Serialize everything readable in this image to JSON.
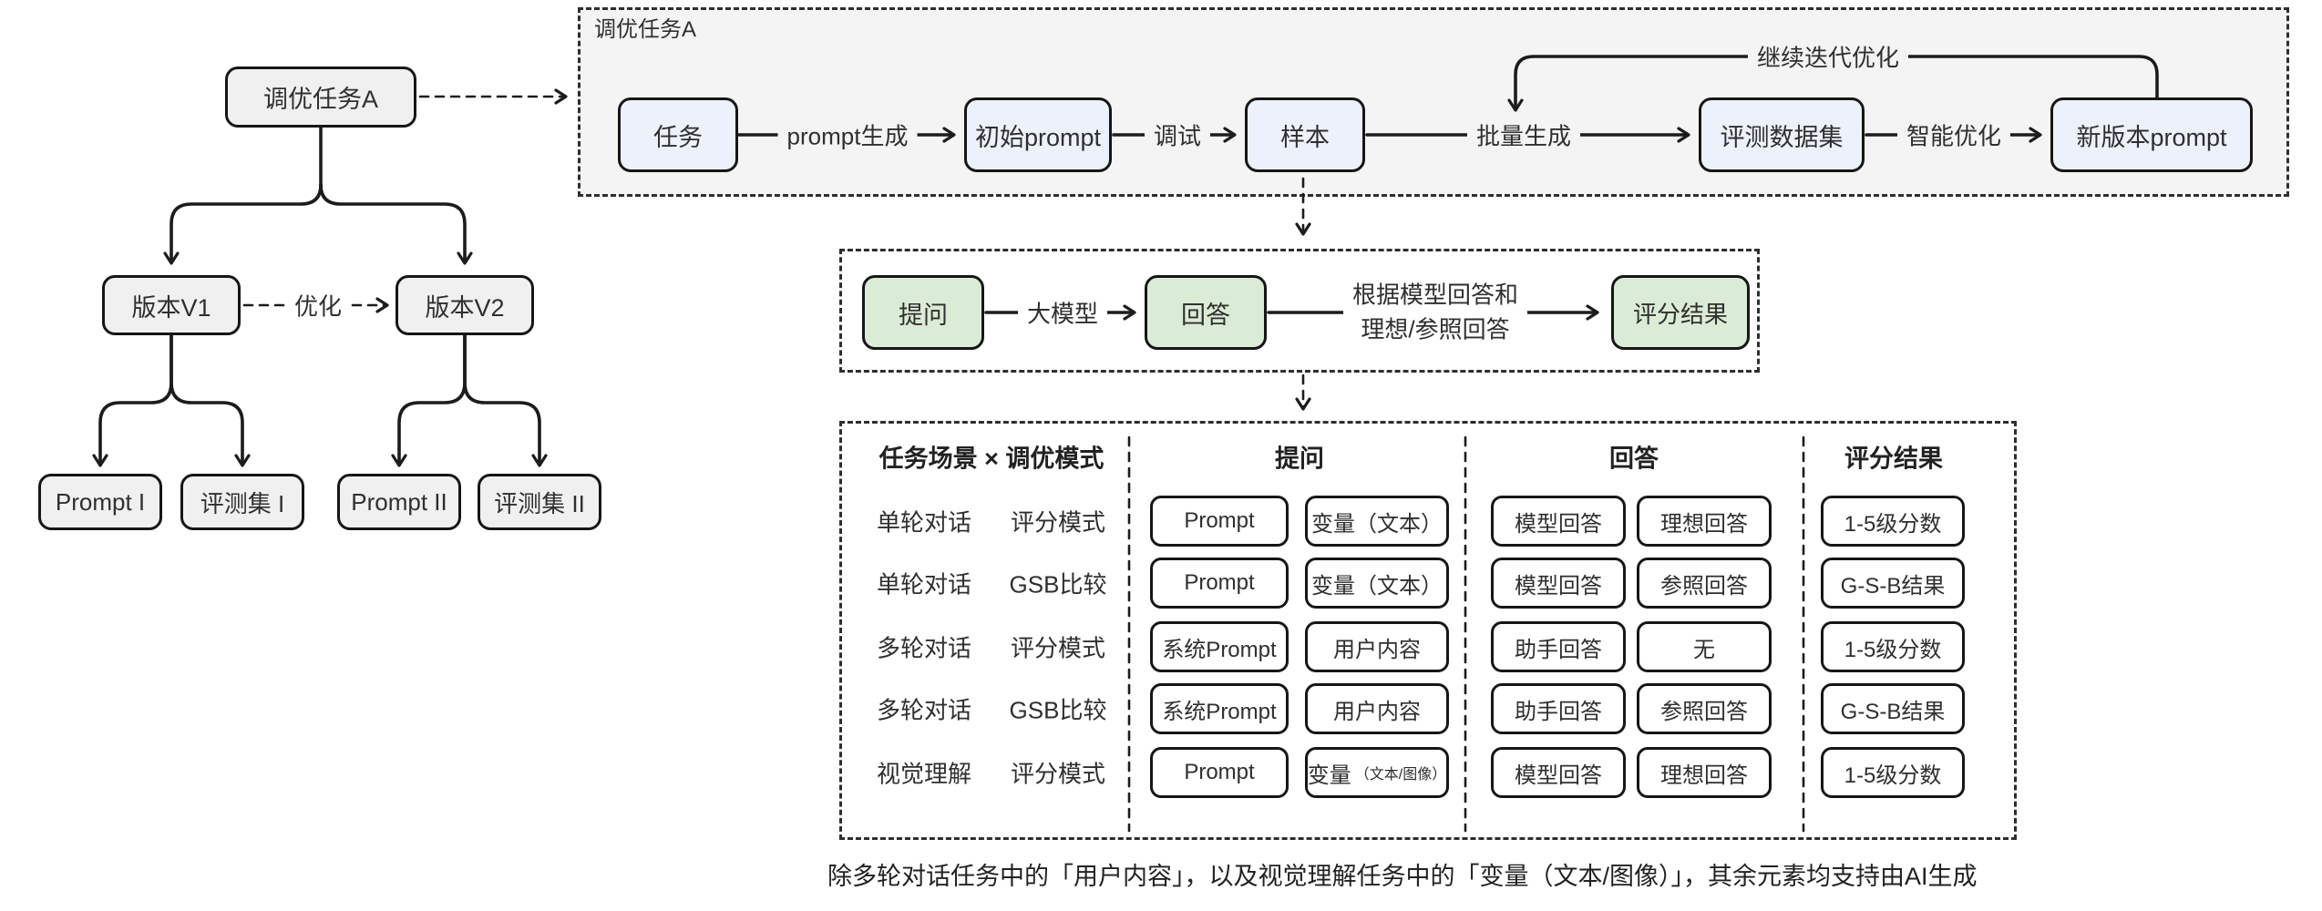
{
  "left_tree": {
    "root": "调优任务A",
    "v1": "版本V1",
    "v2": "版本V2",
    "optimize_label": "优化",
    "leaves": [
      "Prompt I",
      "评测集 I",
      "Prompt II",
      "评测集 II"
    ]
  },
  "top_flow": {
    "container_label": "调优任务A",
    "nodes": [
      "任务",
      "初始prompt",
      "样本",
      "评测数据集",
      "新版本prompt"
    ],
    "edge_labels": [
      "prompt生成",
      "调试",
      "批量生成",
      "智能优化"
    ],
    "feedback_label": "继续迭代优化"
  },
  "mid_flow": {
    "nodes": [
      "提问",
      "回答",
      "评分结果"
    ],
    "edge1_label": "大模型",
    "edge2_label_line1": "根据模型回答和",
    "edge2_label_line2": "理想/参照回答"
  },
  "table": {
    "headers": {
      "scene_mode": "任务场景 × 调优模式",
      "question": "提问",
      "answer": "回答",
      "score": "评分结果"
    },
    "rows": [
      {
        "scene": "单轮对话",
        "mode": "评分模式",
        "q1": "Prompt",
        "q2": "变量（文本）",
        "q2_small": "",
        "a1": "模型回答",
        "a2": "理想回答",
        "score": "1-5级分数"
      },
      {
        "scene": "单轮对话",
        "mode": "GSB比较",
        "q1": "Prompt",
        "q2": "变量（文本）",
        "q2_small": "",
        "a1": "模型回答",
        "a2": "参照回答",
        "score": "G-S-B结果"
      },
      {
        "scene": "多轮对话",
        "mode": "评分模式",
        "q1": "系统Prompt",
        "q2": "用户内容",
        "q2_small": "",
        "a1": "助手回答",
        "a2": "无",
        "score": "1-5级分数"
      },
      {
        "scene": "多轮对话",
        "mode": "GSB比较",
        "q1": "系统Prompt",
        "q2": "用户内容",
        "q2_small": "",
        "a1": "助手回答",
        "a2": "参照回答",
        "score": "G-S-B结果"
      },
      {
        "scene": "视觉理解",
        "mode": "评分模式",
        "q1": "Prompt",
        "q2": "变量",
        "q2_small": "（文本/图像）",
        "a1": "模型回答",
        "a2": "理想回答",
        "score": "1-5级分数"
      }
    ]
  },
  "caption": "除多轮对话任务中的「用户内容」，以及视觉理解任务中的「变量（文本/图像）」，其余元素均支持由AI生成",
  "colors": {
    "line": "#1c1c1c",
    "blue_fill": "#ecf1fb",
    "green_fill": "#dbecd6",
    "gray_fill": "#f0f0f0",
    "container_fill": "#f4f4f5",
    "pill_fill": "#ffffff"
  }
}
